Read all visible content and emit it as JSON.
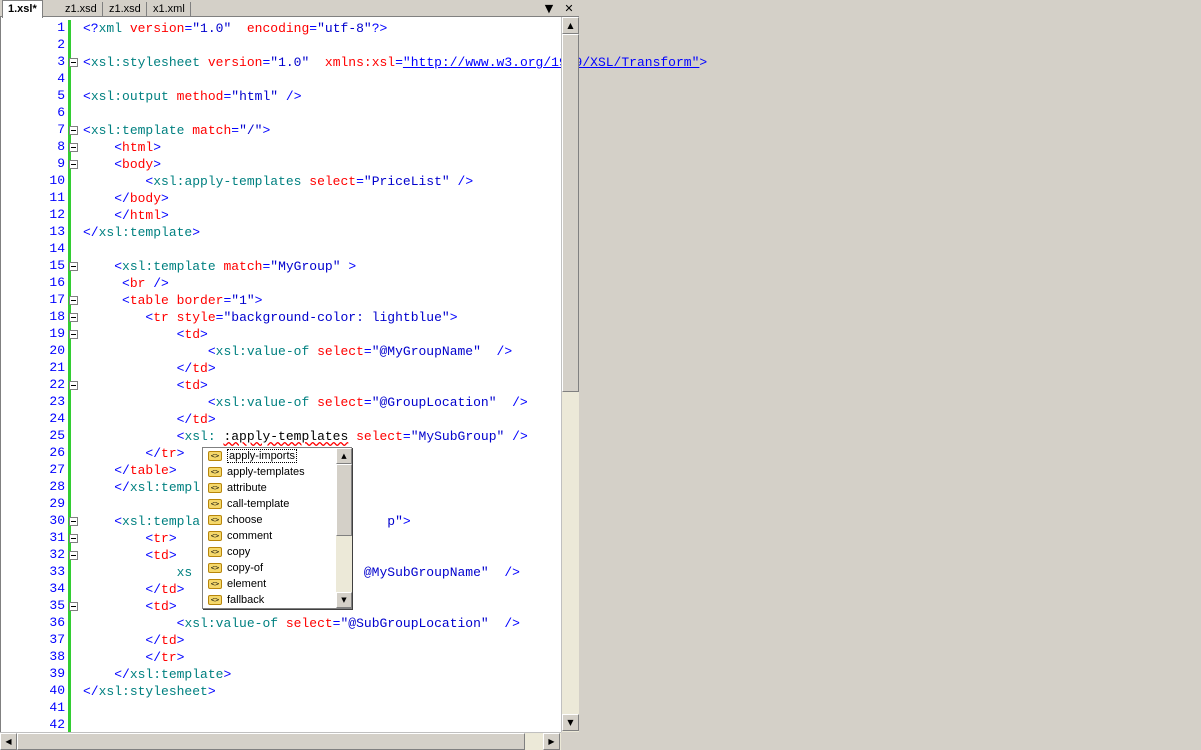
{
  "tabs": [
    {
      "label": "1.xsl*",
      "active": true
    },
    {
      "label": "z1.xsd",
      "active": false
    },
    {
      "label": "z1.xsd",
      "active": false
    },
    {
      "label": "x1.xml",
      "active": false
    }
  ],
  "tab_controls": {
    "dropdown": "▼",
    "close": "✕"
  },
  "lines": [
    {
      "n": "1",
      "code": [
        [
          "b",
          "<?"
        ],
        [
          "t",
          "xml "
        ],
        [
          "a",
          "version"
        ],
        [
          "b",
          "="
        ],
        [
          "v",
          "\"1.0\""
        ],
        [
          "t",
          "  "
        ],
        [
          "a",
          "encoding"
        ],
        [
          "b",
          "="
        ],
        [
          "v",
          "\"utf-8\""
        ],
        [
          "b",
          "?>"
        ]
      ]
    },
    {
      "n": "2",
      "code": []
    },
    {
      "n": "3",
      "code": [
        [
          "b",
          "<"
        ],
        [
          "t",
          "xsl:stylesheet "
        ],
        [
          "a",
          "version"
        ],
        [
          "b",
          "="
        ],
        [
          "v",
          "\"1.0\""
        ],
        [
          "t",
          "  "
        ],
        [
          "a",
          "xmlns:xsl"
        ],
        [
          "b",
          "="
        ],
        [
          "u",
          "\"http://www.w3.org/1999/XSL/Transform\""
        ],
        [
          "b",
          ">"
        ]
      ]
    },
    {
      "n": "4",
      "code": []
    },
    {
      "n": "5",
      "code": [
        [
          "b",
          "<"
        ],
        [
          "t",
          "xsl:output "
        ],
        [
          "a",
          "method"
        ],
        [
          "b",
          "="
        ],
        [
          "v",
          "\"html\""
        ],
        [
          "t",
          " "
        ],
        [
          "b",
          "/>"
        ]
      ]
    },
    {
      "n": "6",
      "code": []
    },
    {
      "n": "7",
      "code": [
        [
          "b",
          "<"
        ],
        [
          "t",
          "xsl:template "
        ],
        [
          "a",
          "match"
        ],
        [
          "b",
          "="
        ],
        [
          "v",
          "\"/\""
        ],
        [
          "b",
          ">"
        ]
      ]
    },
    {
      "n": "8",
      "code": [
        [
          "t",
          "    "
        ],
        [
          "b",
          "<"
        ],
        [
          "a",
          "html"
        ],
        [
          "b",
          ">"
        ]
      ]
    },
    {
      "n": "9",
      "code": [
        [
          "t",
          "    "
        ],
        [
          "b",
          "<"
        ],
        [
          "a",
          "body"
        ],
        [
          "b",
          ">"
        ]
      ]
    },
    {
      "n": "10",
      "code": [
        [
          "t",
          "        "
        ],
        [
          "b",
          "<"
        ],
        [
          "t",
          "xsl:apply-templates "
        ],
        [
          "a",
          "select"
        ],
        [
          "b",
          "="
        ],
        [
          "v",
          "\"PriceList\""
        ],
        [
          "t",
          " "
        ],
        [
          "b",
          "/>"
        ]
      ]
    },
    {
      "n": "11",
      "code": [
        [
          "t",
          "    "
        ],
        [
          "b",
          "</"
        ],
        [
          "a",
          "body"
        ],
        [
          "b",
          ">"
        ]
      ]
    },
    {
      "n": "12",
      "code": [
        [
          "t",
          "    "
        ],
        [
          "b",
          "</"
        ],
        [
          "a",
          "html"
        ],
        [
          "b",
          ">"
        ]
      ]
    },
    {
      "n": "13",
      "code": [
        [
          "b",
          "</"
        ],
        [
          "t",
          "xsl:template"
        ],
        [
          "b",
          ">"
        ]
      ]
    },
    {
      "n": "14",
      "code": []
    },
    {
      "n": "15",
      "code": [
        [
          "t",
          "    "
        ],
        [
          "b",
          "<"
        ],
        [
          "t",
          "xsl:template "
        ],
        [
          "a",
          "match"
        ],
        [
          "b",
          "="
        ],
        [
          "v",
          "\"MyGroup\""
        ],
        [
          "t",
          " "
        ],
        [
          "b",
          ">"
        ]
      ]
    },
    {
      "n": "16",
      "code": [
        [
          "t",
          "     "
        ],
        [
          "b",
          "<"
        ],
        [
          "a",
          "br"
        ],
        [
          "t",
          " "
        ],
        [
          "b",
          "/>"
        ]
      ]
    },
    {
      "n": "17",
      "code": [
        [
          "t",
          "     "
        ],
        [
          "b",
          "<"
        ],
        [
          "a",
          "table "
        ],
        [
          "a",
          "border"
        ],
        [
          "b",
          "="
        ],
        [
          "v",
          "\"1\""
        ],
        [
          "b",
          ">"
        ]
      ]
    },
    {
      "n": "18",
      "code": [
        [
          "t",
          "        "
        ],
        [
          "b",
          "<"
        ],
        [
          "a",
          "tr "
        ],
        [
          "a",
          "style"
        ],
        [
          "b",
          "="
        ],
        [
          "v",
          "\"background-color: lightblue\""
        ],
        [
          "b",
          ">"
        ]
      ]
    },
    {
      "n": "19",
      "code": [
        [
          "t",
          "            "
        ],
        [
          "b",
          "<"
        ],
        [
          "a",
          "td"
        ],
        [
          "b",
          ">"
        ]
      ]
    },
    {
      "n": "20",
      "code": [
        [
          "t",
          "                "
        ],
        [
          "b",
          "<"
        ],
        [
          "t",
          "xsl:value-of "
        ],
        [
          "a",
          "select"
        ],
        [
          "b",
          "="
        ],
        [
          "v",
          "\"@MyGroupName\""
        ],
        [
          "t",
          "  "
        ],
        [
          "b",
          "/>"
        ]
      ]
    },
    {
      "n": "21",
      "code": [
        [
          "t",
          "            "
        ],
        [
          "b",
          "</"
        ],
        [
          "a",
          "td"
        ],
        [
          "b",
          ">"
        ]
      ]
    },
    {
      "n": "22",
      "code": [
        [
          "t",
          "            "
        ],
        [
          "b",
          "<"
        ],
        [
          "a",
          "td"
        ],
        [
          "b",
          ">"
        ]
      ]
    },
    {
      "n": "23",
      "code": [
        [
          "t",
          "                "
        ],
        [
          "b",
          "<"
        ],
        [
          "t",
          "xsl:value-of "
        ],
        [
          "a",
          "select"
        ],
        [
          "b",
          "="
        ],
        [
          "v",
          "\"@GroupLocation\""
        ],
        [
          "t",
          "  "
        ],
        [
          "b",
          "/>"
        ]
      ]
    },
    {
      "n": "24",
      "code": [
        [
          "t",
          "            "
        ],
        [
          "b",
          "</"
        ],
        [
          "a",
          "td"
        ],
        [
          "b",
          ">"
        ]
      ]
    },
    {
      "n": "25",
      "code": [
        [
          "t",
          "            "
        ],
        [
          "b",
          "<"
        ],
        [
          "t",
          "xsl: "
        ],
        [
          "sq",
          ":apply-templates"
        ],
        [
          "t",
          " "
        ],
        [
          "a",
          "select"
        ],
        [
          "b",
          "="
        ],
        [
          "v",
          "\"MySubGroup\""
        ],
        [
          "t",
          " "
        ],
        [
          "b",
          "/>"
        ]
      ]
    },
    {
      "n": "26",
      "code": [
        [
          "t",
          "        "
        ],
        [
          "b",
          "</"
        ],
        [
          "a",
          "tr"
        ],
        [
          "b",
          ">"
        ]
      ]
    },
    {
      "n": "27",
      "code": [
        [
          "t",
          "    "
        ],
        [
          "b",
          "</"
        ],
        [
          "a",
          "table"
        ],
        [
          "b",
          ">"
        ]
      ]
    },
    {
      "n": "28",
      "code": [
        [
          "t",
          "    "
        ],
        [
          "b",
          "</"
        ],
        [
          "t",
          "xsl:templ"
        ]
      ]
    },
    {
      "n": "29",
      "code": []
    },
    {
      "n": "30",
      "code": [
        [
          "t",
          "    "
        ],
        [
          "b",
          "<"
        ],
        [
          "t",
          "xsl:templa"
        ],
        [
          "t",
          "                        "
        ],
        [
          "v",
          "p\""
        ],
        [
          "b",
          ">"
        ]
      ]
    },
    {
      "n": "31",
      "code": [
        [
          "t",
          "        "
        ],
        [
          "b",
          "<"
        ],
        [
          "a",
          "tr"
        ],
        [
          "b",
          ">"
        ]
      ]
    },
    {
      "n": "32",
      "code": [
        [
          "t",
          "        "
        ],
        [
          "b",
          "<"
        ],
        [
          "a",
          "td"
        ],
        [
          "b",
          ">"
        ]
      ]
    },
    {
      "n": "33",
      "code": [
        [
          "t",
          "            "
        ],
        [
          "t",
          "xs"
        ],
        [
          "t",
          "                      "
        ],
        [
          "v",
          "@MySubGroupName\""
        ],
        [
          "t",
          "  "
        ],
        [
          "b",
          "/>"
        ]
      ]
    },
    {
      "n": "34",
      "code": [
        [
          "t",
          "        "
        ],
        [
          "b",
          "</"
        ],
        [
          "a",
          "td"
        ],
        [
          "b",
          ">"
        ]
      ]
    },
    {
      "n": "35",
      "code": [
        [
          "t",
          "        "
        ],
        [
          "b",
          "<"
        ],
        [
          "a",
          "td"
        ],
        [
          "b",
          ">"
        ]
      ]
    },
    {
      "n": "36",
      "code": [
        [
          "t",
          "            "
        ],
        [
          "b",
          "<"
        ],
        [
          "t",
          "xsl:value-of "
        ],
        [
          "a",
          "select"
        ],
        [
          "b",
          "="
        ],
        [
          "v",
          "\"@SubGroupLocation\""
        ],
        [
          "t",
          "  "
        ],
        [
          "b",
          "/>"
        ]
      ]
    },
    {
      "n": "37",
      "code": [
        [
          "t",
          "        "
        ],
        [
          "b",
          "</"
        ],
        [
          "a",
          "td"
        ],
        [
          "b",
          ">"
        ]
      ]
    },
    {
      "n": "38",
      "code": [
        [
          "t",
          "        "
        ],
        [
          "b",
          "</"
        ],
        [
          "a",
          "tr"
        ],
        [
          "b",
          ">"
        ]
      ]
    },
    {
      "n": "39",
      "code": [
        [
          "t",
          "    "
        ],
        [
          "b",
          "</"
        ],
        [
          "t",
          "xsl:template"
        ],
        [
          "b",
          ">"
        ]
      ]
    },
    {
      "n": "40",
      "code": [
        [
          "b",
          "</"
        ],
        [
          "t",
          "xsl:stylesheet"
        ],
        [
          "b",
          ">"
        ]
      ]
    },
    {
      "n": "41",
      "code": []
    },
    {
      "n": "42",
      "code": []
    }
  ],
  "folds": [
    {
      "line": "3"
    },
    {
      "line": "7"
    },
    {
      "line": "8"
    },
    {
      "line": "9"
    },
    {
      "line": "15"
    },
    {
      "line": "17"
    },
    {
      "line": "18"
    },
    {
      "line": "19"
    },
    {
      "line": "22"
    },
    {
      "line": "30"
    },
    {
      "line": "31"
    },
    {
      "line": "32"
    },
    {
      "line": "35"
    }
  ],
  "autocomplete": {
    "items": [
      "apply-imports",
      "apply-templates",
      "attribute",
      "call-template",
      "choose",
      "comment",
      "copy",
      "copy-of",
      "element",
      "fallback"
    ],
    "selected": "apply-imports",
    "icon_glyph": "<>"
  },
  "scroll_arrows": {
    "up": "▲",
    "down": "▼",
    "left": "◀",
    "right": "▶"
  }
}
